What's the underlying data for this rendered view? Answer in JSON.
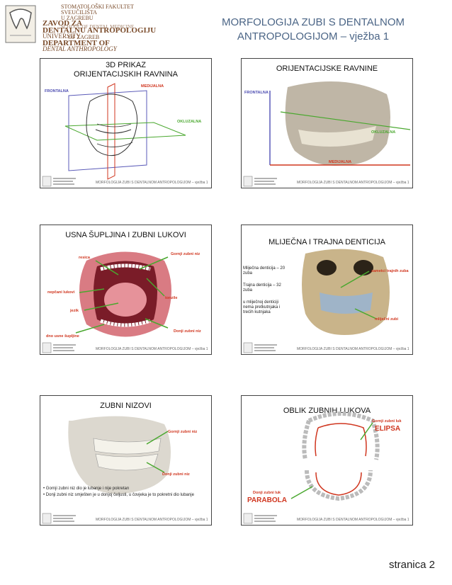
{
  "header": {
    "logo_lines": [
      "STOMATOLOŠKI FAKULTET",
      "SVEUČILIŠTA",
      "U ZAGREBU",
      "ZAVOD ZA",
      "DENTALNU ANTROPOLOGIJU",
      "SCHOOL OF DENTAL MEDICINE",
      "UNIVERSITY",
      "OF ZAGREB",
      "DEPARTMENT OF",
      "DENTAL ANTHROPOLOGY"
    ],
    "title_line1": "MORFOLOGIJA ZUBI S DENTALNOM",
    "title_line2": "ANTROPOLOGIJOM – vježba 1"
  },
  "footer_text": "MORFOLOGIJA ZUBI S DENTALNOM ANTROPOLOGIJOM – vježba 1",
  "slides": [
    {
      "title_line1": "3D PRIKAZ",
      "title_line2": "ORIJENTACIJSKIH RAVNINA",
      "labels": {
        "medialna": "MEDIJALNA",
        "frontalna": "FRONTALNA",
        "okluzalna": "OKLUZALNA"
      }
    },
    {
      "title": "ORIJENTACIJSKE RAVNINE",
      "labels": {
        "frontalna": "FRONTALNA",
        "okluzalna": "OKLUZALNA",
        "medialna": "MEDIJALNA"
      }
    },
    {
      "title": "USNA ŠUPLJINA I ZUBNI LUKOVI",
      "labels": {
        "resica": "resica",
        "gornji": "Gornji zubni niz",
        "nepcani": "nepčani lukovi",
        "tonzile": "tonzile",
        "jezik": "jezik",
        "donji": "Donji zubni niz",
        "dno": "dno usne šupljine"
      }
    },
    {
      "title": "MLIJEČNA I TRAJNA DENTICIJA",
      "text1": "Mliječna denticija – 20 zuba",
      "text2": "Trajna denticija – 32 zuba",
      "text3": "u mliječnoj denticiji nema pretkutnjaka i trećih kutnjaka",
      "labels": {
        "zametci": "zametci trajnih zuba",
        "mlijecni": "mliječni zubi"
      }
    },
    {
      "title": "ZUBNI NIZOVI",
      "labels": {
        "gornji": "Gornji zubni niz",
        "donji": "Donji zubni niz"
      },
      "bullets": [
        "Gornji zubni niz dio je lubanje i nije pokretan",
        "Donji zubni niz smješten je u donjoj čeljusti, u čovjeka je to pokretni dio lubanje"
      ]
    },
    {
      "title": "OBLIK ZUBNIH LUKOVA",
      "labels": {
        "gornji": "Gornji zubni luk",
        "elipsa": "ELIPSA",
        "donji": "Donji zubni luk",
        "parabola": "PARABOLA"
      }
    }
  ],
  "page_label": "stranica 2"
}
